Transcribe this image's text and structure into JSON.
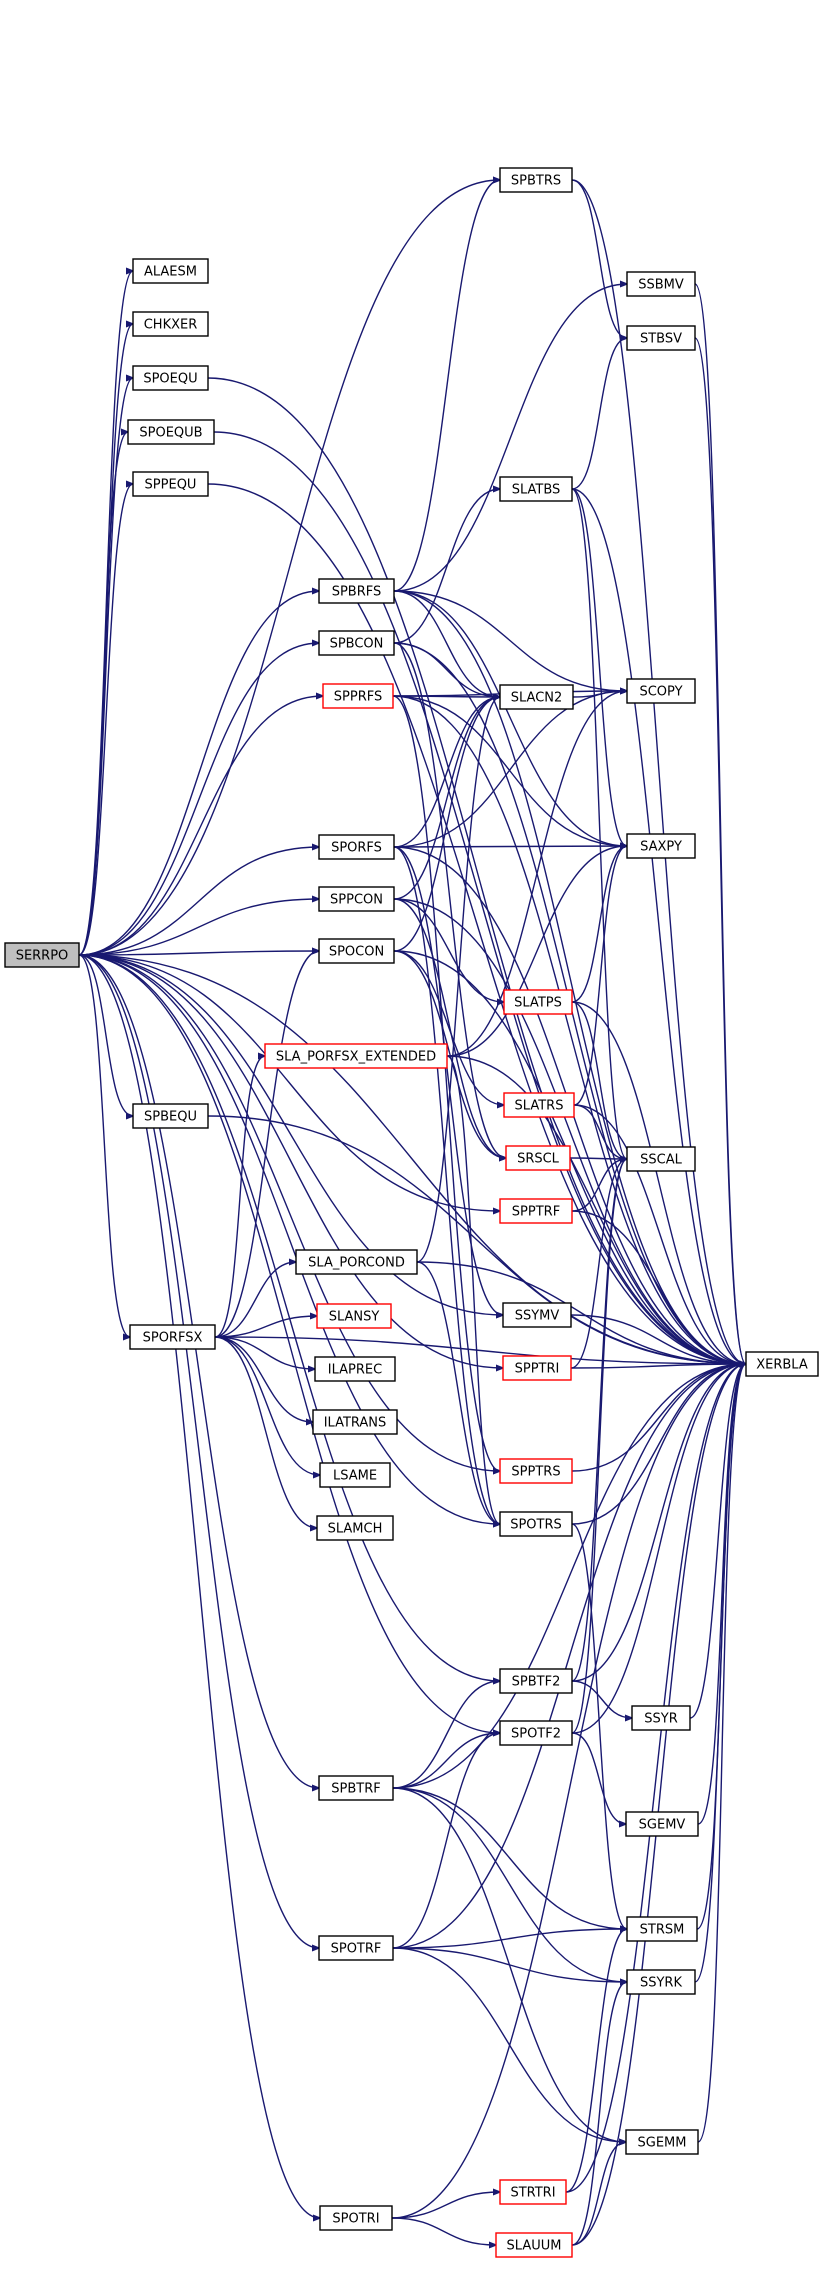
{
  "graph": {
    "root": "SERRPO",
    "node_labels": {
      "SERRPO": "SERRPO",
      "ALAESM": "ALAESM",
      "CHKXER": "CHKXER",
      "SPOEQU": "SPOEQU",
      "SPOEQUB": "SPOEQUB",
      "SPPEQU": "SPPEQU",
      "SPBRFS": "SPBRFS",
      "SPBCON": "SPBCON",
      "SPPRFS": "SPPRFS",
      "SPORFS": "SPORFS",
      "SPPCON": "SPPCON",
      "SPOCON": "SPOCON",
      "SLA_PORFSX_EXTENDED": "SLA_PORFSX_EXTENDED",
      "SPBEQU": "SPBEQU",
      "SLA_PORCOND": "SLA_PORCOND",
      "SPORFSX": "SPORFSX",
      "SLANSY": "SLANSY",
      "ILAPREC": "ILAPREC",
      "ILATRANS": "ILATRANS",
      "LSAME": "LSAME",
      "SLAMCH": "SLAMCH",
      "SPBTRF": "SPBTRF",
      "SPOTRF": "SPOTRF",
      "SPOTRI": "SPOTRI",
      "SPBTRS": "SPBTRS",
      "SLATBS": "SLATBS",
      "SLACN2": "SLACN2",
      "SLATPS": "SLATPS",
      "SLATRS": "SLATRS",
      "SRSCL": "SRSCL",
      "SPPTRF": "SPPTRF",
      "SSYMV": "SSYMV",
      "SPPTRI": "SPPTRI",
      "SPPTRS": "SPPTRS",
      "SPOTRS": "SPOTRS",
      "SPBTF2": "SPBTF2",
      "SPOTF2": "SPOTF2",
      "STRTRI": "STRTRI",
      "SLAUUM": "SLAUUM",
      "SSBMV": "SSBMV",
      "STBSV": "STBSV",
      "SCOPY": "SCOPY",
      "SAXPY": "SAXPY",
      "SSCAL": "SSCAL",
      "SSYR": "SSYR",
      "SGEMV": "SGEMV",
      "STRSM": "STRSM",
      "SSYRK": "SSYRK",
      "SGEMM": "SGEMM",
      "XERBLA": "XERBLA"
    },
    "red_bordered": [
      "SPPRFS",
      "SLA_PORFSX_EXTENDED",
      "SLANSY",
      "SLATPS",
      "SLATRS",
      "SRSCL",
      "SPPTRF",
      "SPPTRI",
      "SPPTRS",
      "STRTRI",
      "SLAUUM"
    ],
    "highlight_fill": "#bfbfbf",
    "edge_color": "#191970",
    "red_border_color": "#ff0000"
  }
}
